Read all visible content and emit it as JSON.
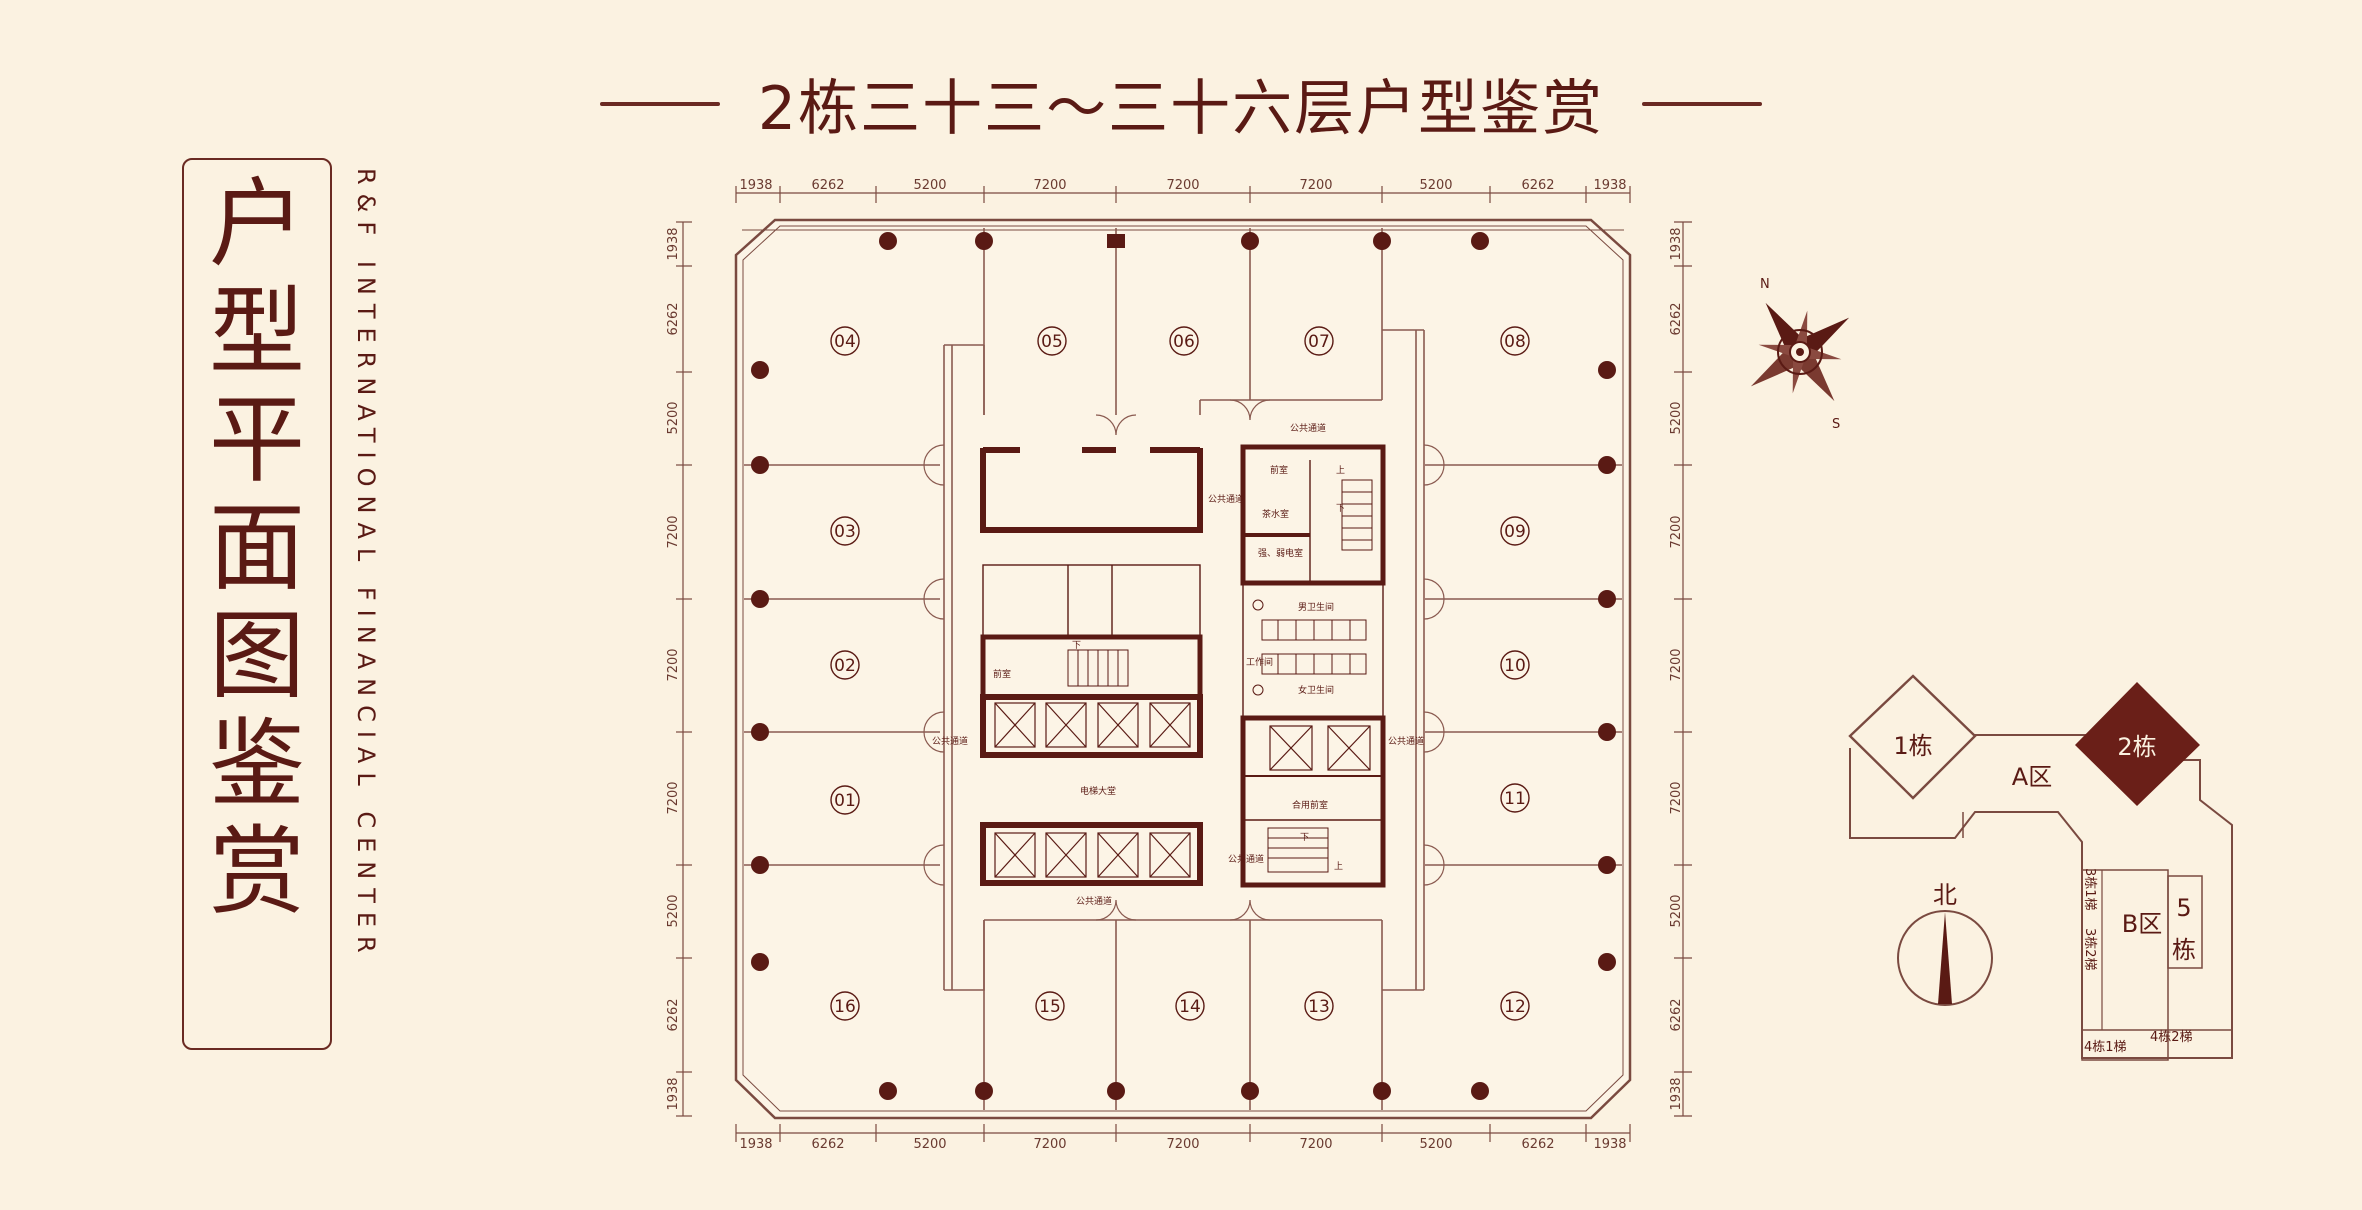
{
  "title": "2栋三十三～三十六层户型鉴赏",
  "left_title_chars": [
    "户",
    "型",
    "平",
    "面",
    "图",
    "鉴",
    "赏"
  ],
  "vertical_english": "R&F INTERNATIONAL FINANCIAL CENTER",
  "dimensions_horizontal": [
    "1938",
    "6262",
    "5200",
    "7200",
    "7200",
    "7200",
    "5200",
    "6262",
    "1938"
  ],
  "dimensions_vertical": [
    "1938",
    "6262",
    "5200",
    "7200",
    "7200",
    "7200",
    "5200",
    "6262",
    "1938"
  ],
  "units": {
    "u04": "04",
    "u05": "05",
    "u06": "06",
    "u07": "07",
    "u08": "08",
    "u03": "03",
    "u09": "09",
    "u02": "02",
    "u10": "10",
    "u01": "01",
    "u11": "11",
    "u16": "16",
    "u15": "15",
    "u14": "14",
    "u13": "13",
    "u12": "12"
  },
  "core_labels": {
    "public_corridor": "公共通道",
    "front_room": "前室",
    "tea_room": "茶水室",
    "weak_electric_room": "强、弱电室",
    "mens_restroom": "男卫生间",
    "womens_restroom": "女卫生间",
    "tool_room": "工作间",
    "elevator_lobby": "电梯大堂",
    "shared_front_room": "合用前室",
    "up": "上",
    "down": "下"
  },
  "compass": {
    "north": "N",
    "south": "S"
  },
  "site_plan": {
    "building1": "1栋",
    "building2": "2栋",
    "zone_a": "A区",
    "zone_b": "B区",
    "north": "北",
    "building5_a": "5",
    "building5_b": "栋",
    "b3_1": "3栋1梯",
    "b3_2": "3栋2梯",
    "b4_1": "4栋1梯",
    "b4_2": "4栋2梯"
  },
  "colors": {
    "background": "#fbf2e1",
    "primary": "#5a1a14",
    "accent": "#6a2a22",
    "fill": "#fcf4e6"
  }
}
